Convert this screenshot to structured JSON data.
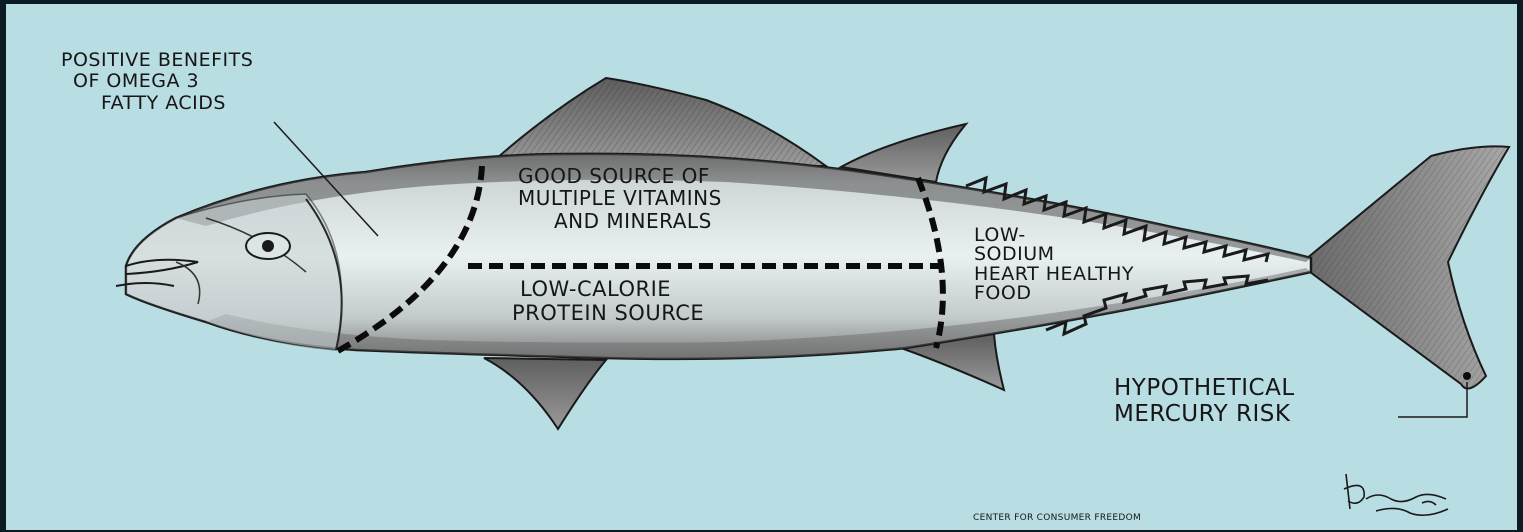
{
  "colors": {
    "background": "#b8dde3",
    "frame": "#0c1a24",
    "ink": "#161616",
    "fish_shadow": "#6a6a6a",
    "fish_light": "#b9b9b9"
  },
  "labels": {
    "omega": [
      "POSITIVE BENEFITS",
      "OF OMEGA 3",
      "FATTY ACIDS"
    ],
    "vitamins": [
      "GOOD SOURCE OF",
      "MULTIPLE VITAMINS",
      "AND MINERALS"
    ],
    "protein": [
      "LOW-CALORIE",
      "PROTEIN SOURCE"
    ],
    "sodium": [
      "LOW-",
      "SODIUM",
      "HEART HEALTHY",
      "FOOD"
    ],
    "mercury": [
      "HYPOTHETICAL",
      "MERCURY RISK"
    ]
  },
  "credit": "CENTER FOR CONSUMER FREEDOM",
  "signature_icon": "artist-signature-icon"
}
